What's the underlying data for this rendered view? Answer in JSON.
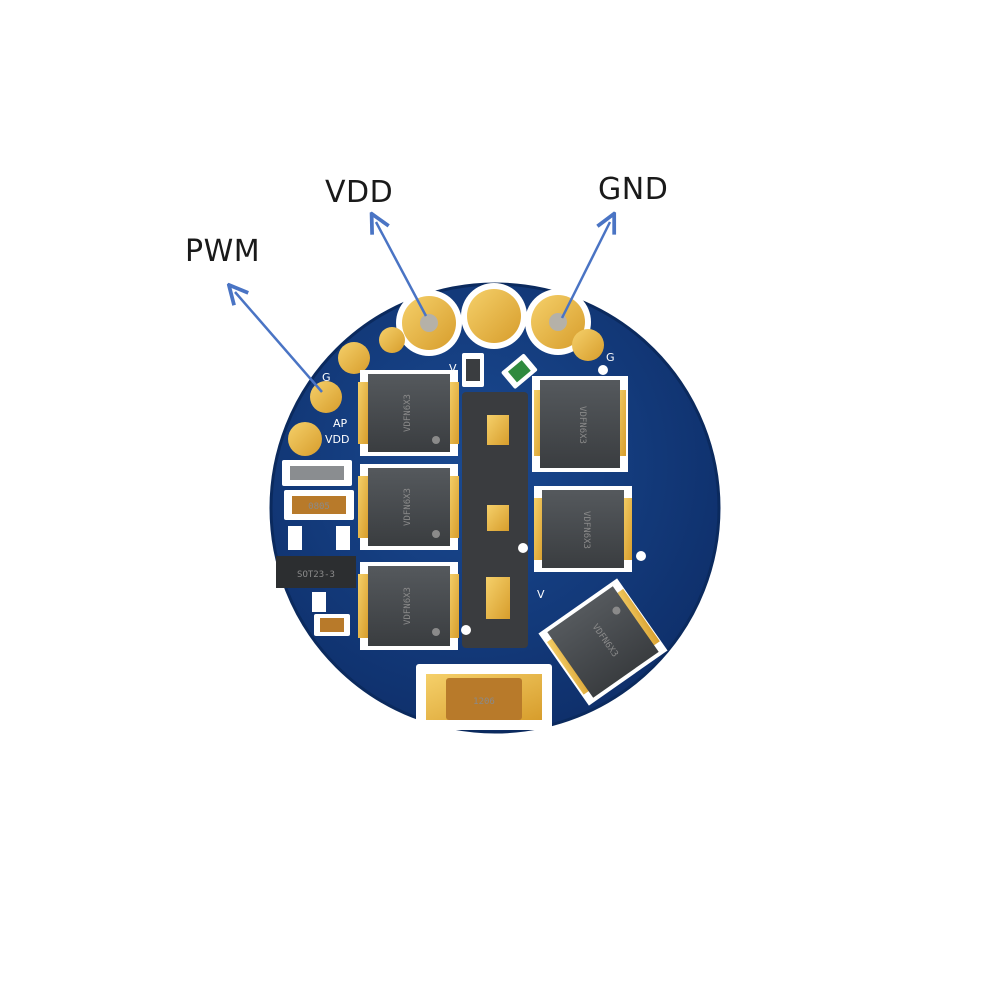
{
  "callouts": {
    "vdd": "VDD",
    "gnd": "GND",
    "pwm": "PWM"
  },
  "silkscreen": {
    "v_top": "V",
    "g_top": "G",
    "g_small": "G",
    "ap": "AP",
    "vdd": "VDD",
    "v_mid": "V"
  },
  "components": {
    "mosfet_mark": "VDFN6X3",
    "regulator_mark": "SOT23-3",
    "cap_1206": "1206",
    "cap_0805": "0805"
  },
  "colors": {
    "board": "#123a7a",
    "board_edge": "#0b2a5e",
    "pad_gold": "#e8b84a",
    "chip_body": "#3f4245",
    "arrow": "#4a74c4"
  }
}
